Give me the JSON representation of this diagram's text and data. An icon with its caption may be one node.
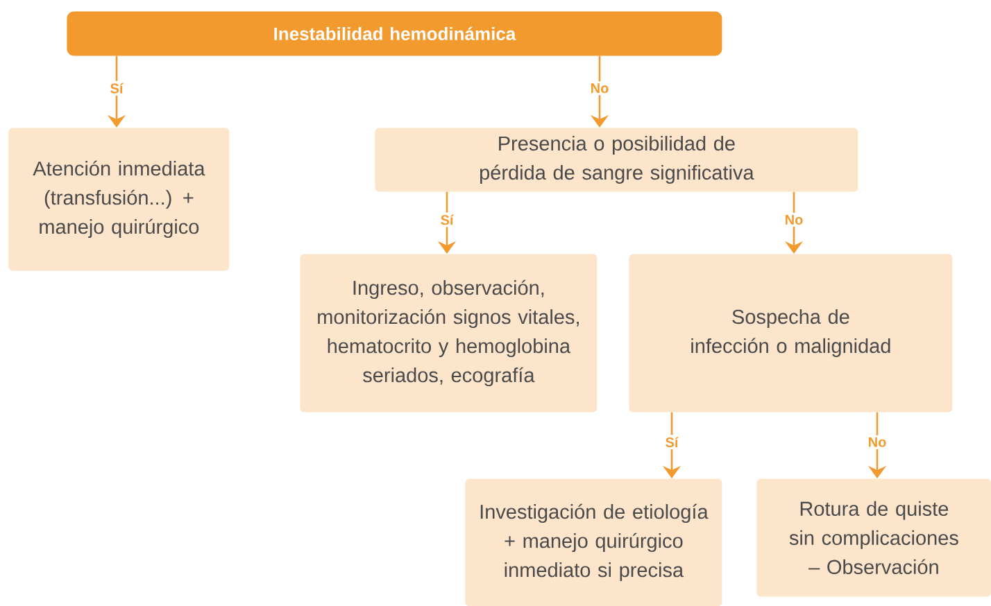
{
  "diagram": {
    "nodes": [
      {
        "text": [
          "Inestabilidad hemodinámica"
        ]
      },
      {
        "text": [
          "Atención inmediata (transfusión...) + manejo quirúrgico"
        ]
      },
      {
        "text": [
          "Presencia o posibilidad de pérdida de sangre significativa"
        ]
      },
      {
        "text": [
          "Ingreso, observación, monitorización signos vitales, hematocrito y hemoglobina seriados, ecografía"
        ]
      },
      {
        "text": [
          "Sospecha de infección o malignidad"
        ]
      },
      {
        "text": [
          "Investigación de etiología + manejo quirúrgico inmediato si precisa"
        ]
      },
      {
        "text": [
          "Rotura de quiste sin complicaciones – Observación"
        ]
      }
    ],
    "edges": [
      {
        "from": 0,
        "to": 1,
        "arrow": "to",
        "label": "Sí"
      },
      {
        "from": 0,
        "to": 2,
        "arrow": "to",
        "label": "No"
      },
      {
        "from": 2,
        "to": 3,
        "arrow": "to",
        "label": "Sí"
      },
      {
        "from": 2,
        "to": 4,
        "arrow": "to",
        "label": "No"
      },
      {
        "from": 4,
        "to": 5,
        "arrow": "to",
        "label": "Sí"
      },
      {
        "from": 4,
        "to": 6,
        "arrow": "to",
        "label": "No"
      }
    ]
  }
}
